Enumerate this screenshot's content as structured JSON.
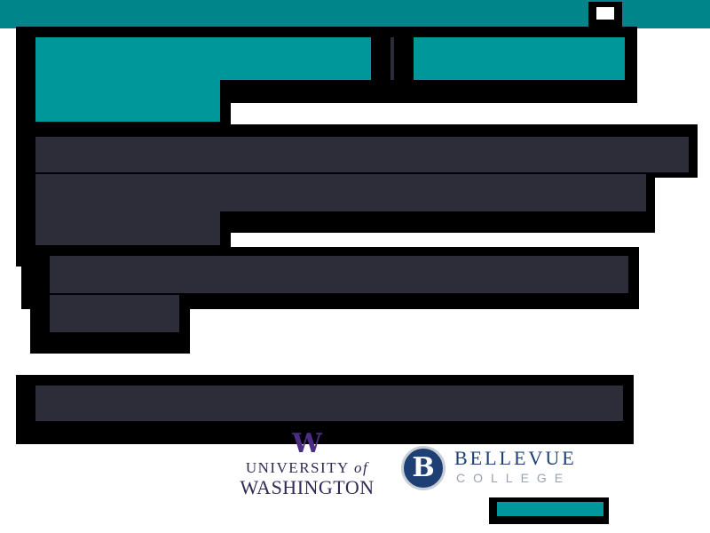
{
  "logos": {
    "uw": {
      "mark": "W",
      "line1_a": "UNIVERSITY",
      "line1_b": "of",
      "line2": "WASHINGTON"
    },
    "bellevue": {
      "mark": "B",
      "name": "BELLEVUE",
      "sub": "COLLEGE"
    }
  },
  "colors": {
    "topbar": "#00868a",
    "teal_block": "#00979b",
    "slate_block": "#2d2d3a",
    "outline": "#000000",
    "uw_purple": "#4b2e83",
    "bellevue_blue": "#1e3f73"
  },
  "icons": {
    "close_button": "white-rectangle-icon"
  }
}
